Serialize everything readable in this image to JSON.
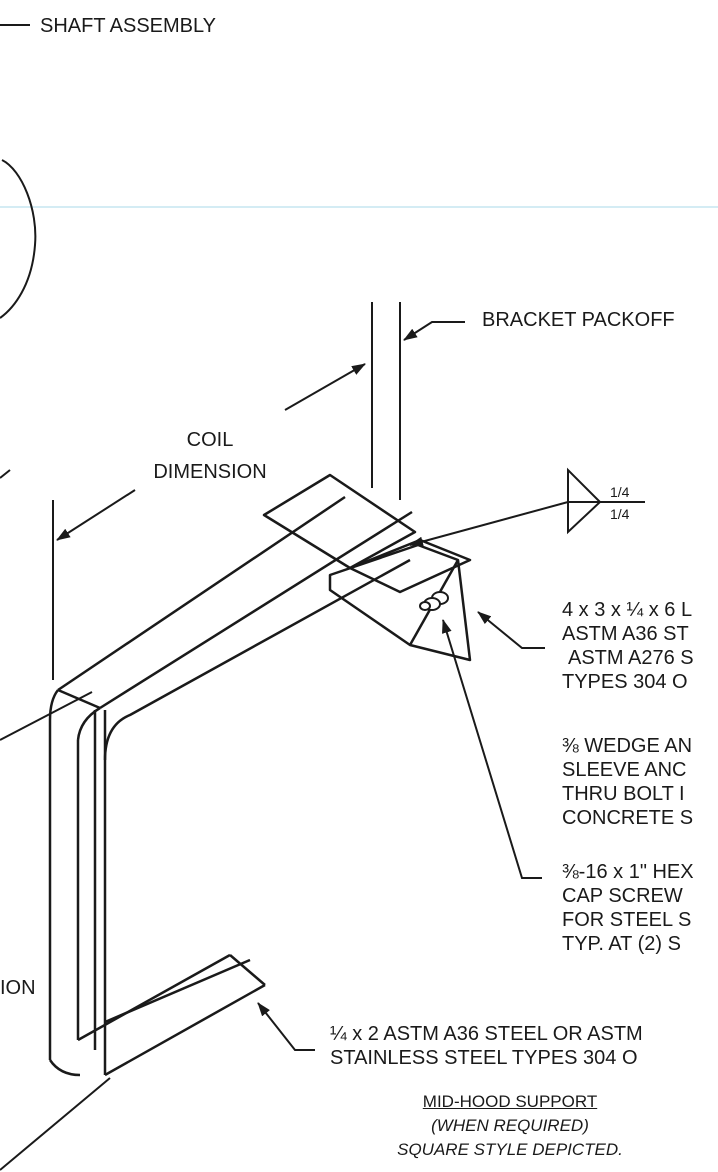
{
  "labels": {
    "shaft_assembly": "SHAFT ASSEMBLY",
    "bracket_packoff": "BRACKET PACKOFF",
    "coil_dimension_1": "COIL",
    "coil_dimension_2": "DIMENSION",
    "weld_top": "1/4",
    "weld_bottom": "1/4",
    "angle_1": "4 x 3 x ¼ x 6 L",
    "angle_2": "ASTM A36 ST",
    "angle_3": "ASTM A276 S",
    "angle_4": "TYPES 304 O",
    "anchor_1": "⅜ WEDGE AN",
    "anchor_2": "SLEEVE ANC",
    "anchor_3": "THRU BOLT I",
    "anchor_4": "CONCRETE S",
    "screw_1": "⅜-16 x 1\" HEX",
    "screw_2": "CAP SCREW",
    "screw_3": "FOR STEEL S",
    "screw_4": "TYP. AT (2) S",
    "left_partial": "ION",
    "plate_1": "¼ x 2 ASTM A36 STEEL OR ASTM",
    "plate_2": "STAINLESS STEEL TYPES 304 O",
    "caption_1": "MID-HOOD SUPPORT",
    "caption_2": "(WHEN REQUIRED)",
    "caption_3": "SQUARE STYLE DEPICTED."
  },
  "colors": {
    "line": "#1a1a1a",
    "guide_line": "#a8d8ea",
    "background": "#ffffff"
  }
}
